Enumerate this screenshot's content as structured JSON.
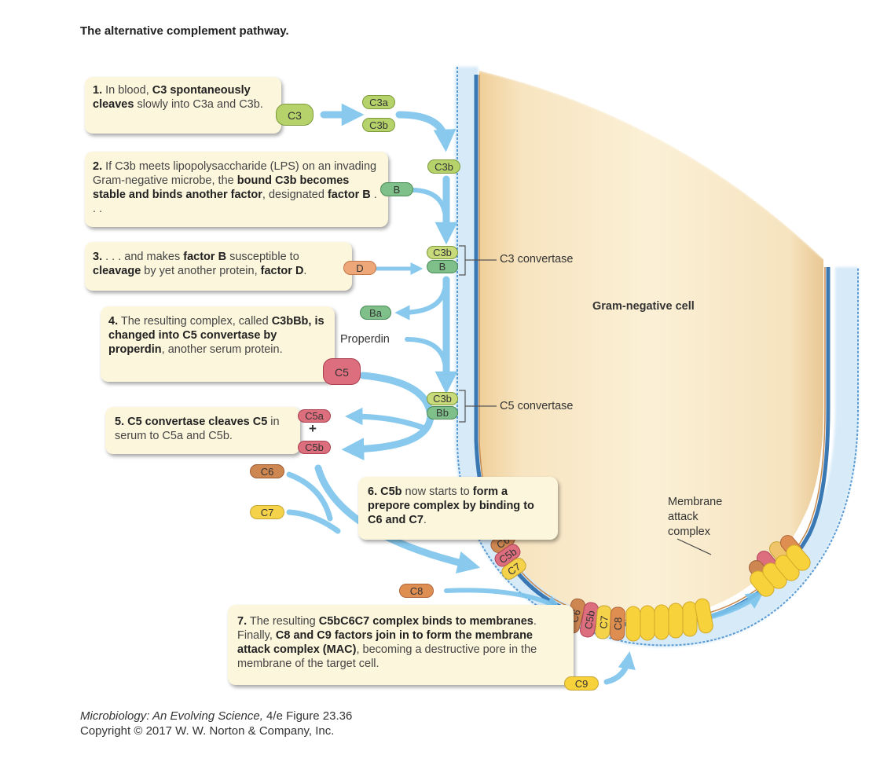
{
  "figure": {
    "title": "The alternative complement pathway.",
    "caption_italic": "Microbiology: An Evolving Science,",
    "caption_rest": " 4/e  Figure 23.36",
    "copyright": "Copyright © 2017 W. W. Norton & Company, Inc."
  },
  "steps": [
    {
      "num": "1.",
      "parts": [
        {
          "t": " In blood, ",
          "b": false
        },
        {
          "t": "C3 spontaneously cleaves",
          "b": true
        },
        {
          "t": " slowly into C3a and C3b.",
          "b": false
        }
      ]
    },
    {
      "num": "2.",
      "parts": [
        {
          "t": " If C3b meets lipopolysaccharide (LPS) on an invading Gram-negative microbe, the ",
          "b": false
        },
        {
          "t": "bound C3b becomes stable and binds another factor",
          "b": true
        },
        {
          "t": ", designated ",
          "b": false
        },
        {
          "t": "factor B",
          "b": true
        },
        {
          "t": " . . .",
          "b": false
        }
      ]
    },
    {
      "num": "3.",
      "parts": [
        {
          "t": " . . . and makes ",
          "b": false
        },
        {
          "t": "factor B",
          "b": true
        },
        {
          "t": " susceptible to ",
          "b": false
        },
        {
          "t": "cleavage",
          "b": true
        },
        {
          "t": " by yet another protein, ",
          "b": false
        },
        {
          "t": "factor D",
          "b": true
        },
        {
          "t": ".",
          "b": false
        }
      ]
    },
    {
      "num": "4.",
      "parts": [
        {
          "t": " The resulting complex, called ",
          "b": false
        },
        {
          "t": "C3bBb, is changed into C5 convertase by properdin",
          "b": true
        },
        {
          "t": ", another serum protein.",
          "b": false
        }
      ]
    },
    {
      "num": "5.",
      "parts": [
        {
          "t": " C5 convertase cleaves C5",
          "b": true
        },
        {
          "t": " in serum to C5a and C5b.",
          "b": false
        }
      ]
    },
    {
      "num": "6.",
      "parts": [
        {
          "t": " C5b",
          "b": true
        },
        {
          "t": " now starts to ",
          "b": false
        },
        {
          "t": "form a prepore complex by binding to C6 and C7",
          "b": true
        },
        {
          "t": ".",
          "b": false
        }
      ]
    },
    {
      "num": "7.",
      "parts": [
        {
          "t": " The resulting ",
          "b": false
        },
        {
          "t": "C5bC6C7 complex binds to membranes",
          "b": true
        },
        {
          "t": ". Finally, ",
          "b": false
        },
        {
          "t": "C8 and C9 factors join in to form the membrane attack complex (MAC)",
          "b": true
        },
        {
          "t": ", becoming a destructive pore in the membrane of the target cell.",
          "b": false
        }
      ]
    }
  ],
  "proteins": {
    "c3": "C3",
    "c3a": "C3a",
    "c3b": "C3b",
    "b": "B",
    "d": "D",
    "ba": "Ba",
    "bb": "Bb",
    "c5": "C5",
    "c5a": "C5a",
    "c5b": "C5b",
    "c6": "C6",
    "c7": "C7",
    "c8": "C8",
    "c9": "C9",
    "plus": "+"
  },
  "labels": {
    "properdin": "Properdin",
    "c3_convertase": "C3 convertase",
    "c5_convertase": "C5 convertase",
    "cell": "Gram-negative cell",
    "mac_line1": "Membrane",
    "mac_line2": "attack",
    "mac_line3": "complex"
  },
  "colors": {
    "box_bg": "#fcf6dc",
    "arrow": "#7cc4ec",
    "membrane_dark": "#3a78b4",
    "membrane_light": "#cfe6f6",
    "cell_fill": "#f5dfb4",
    "c3_green": "#b5d36a",
    "b_green": "#7fc08a",
    "d_orange": "#eea778",
    "c5_red": "#dd6e7e",
    "c6_brown": "#cf8752",
    "c7_yellow": "#f4d24a",
    "c8_orange": "#df8e52",
    "c9_yellow": "#f7d23a"
  }
}
